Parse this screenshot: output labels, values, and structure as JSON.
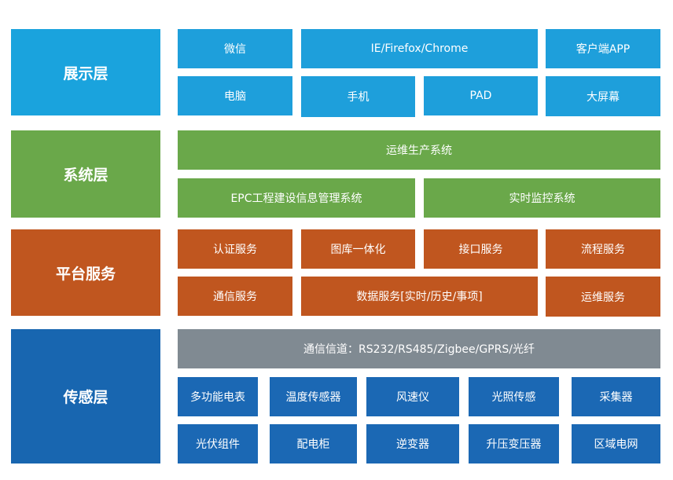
{
  "layers": {
    "presentation": "展示层",
    "system": "系统层",
    "platform": "平台服务",
    "sensing": "传感层"
  },
  "presentation": {
    "wechat": "微信",
    "browser": "IE/Firefox/Chrome",
    "client_app": "客户端APP",
    "pc": "电脑",
    "mobile": "手机",
    "pad": "PAD",
    "big_screen": "大屏幕"
  },
  "system": {
    "ops_production": "运维生产系统",
    "epc": "EPC工程建设信息管理系统",
    "realtime_monitor": "实时监控系统"
  },
  "platform": {
    "auth": "认证服务",
    "gallery": "图库一体化",
    "interface": "接口服务",
    "workflow": "流程服务",
    "comm": "通信服务",
    "data": "数据服务[实时/历史/事项]",
    "ops": "运维服务"
  },
  "sensing": {
    "channel": "通信信道：RS232/RS485/Zigbee/GPRS/光纤",
    "meter": "多功能电表",
    "temp_sensor": "温度传感器",
    "anemometer": "风速仪",
    "light_sensor": "光照传感",
    "collector": "采集器",
    "pv_module": "光伏组件",
    "distribution_cabinet": "配电柜",
    "inverter": "逆变器",
    "boost_transformer": "升压变压器",
    "regional_grid": "区域电网"
  }
}
